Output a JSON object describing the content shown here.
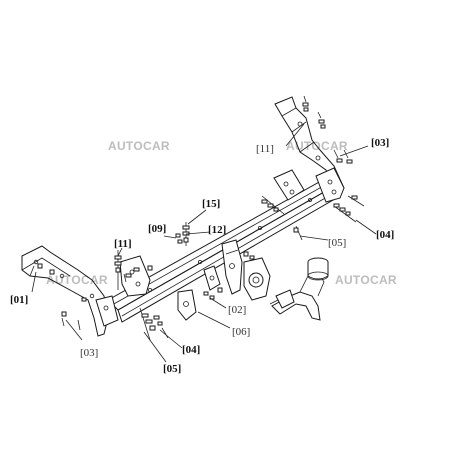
{
  "watermarks": [
    "AUTOCAR",
    "AUTOCAR",
    "AUTOCAR",
    "AUTOCAR"
  ],
  "labels": {
    "l01": "[01]",
    "l02": "[02]",
    "l03_left": "[03]",
    "l03_right": "[03]",
    "l04_right": "[04]",
    "l04_bottom": "[04]",
    "l05_right": "[05]",
    "l05_bottom": "[05]",
    "l06": "[06]",
    "l09": "[09]",
    "l11_left": "[11]",
    "l11_right": "[11]",
    "l12": "[12]",
    "l15": "[15]"
  }
}
